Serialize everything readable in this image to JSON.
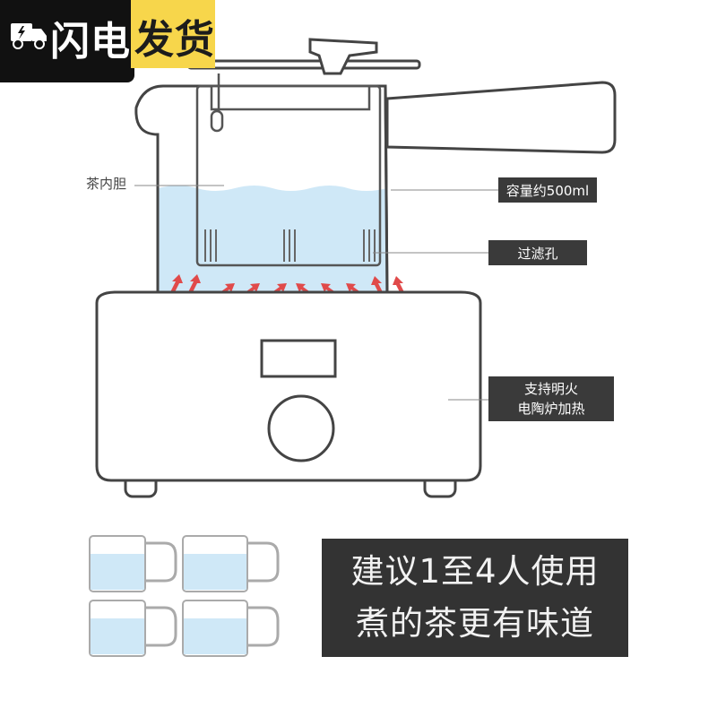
{
  "badge": {
    "part1": "闪电",
    "part2": "发货",
    "icon": "delivery-truck-icon",
    "colors": {
      "dark": "#111111",
      "accent": "#f7d64b"
    }
  },
  "callouts": {
    "inner_pot": "茶内胆",
    "capacity": "容量约500ml",
    "filter_holes": "过滤孔",
    "fire_line1": "支持明火",
    "fire_line2": "电陶炉加热"
  },
  "promo": {
    "line1": "建议1至4人使用",
    "line2": "煮的茶更有味道"
  },
  "colors": {
    "water": "#cfe8f7",
    "heat_arrow": "#e04a4a",
    "label_bg": "#3a3a3a",
    "promo_bg": "#333333"
  }
}
